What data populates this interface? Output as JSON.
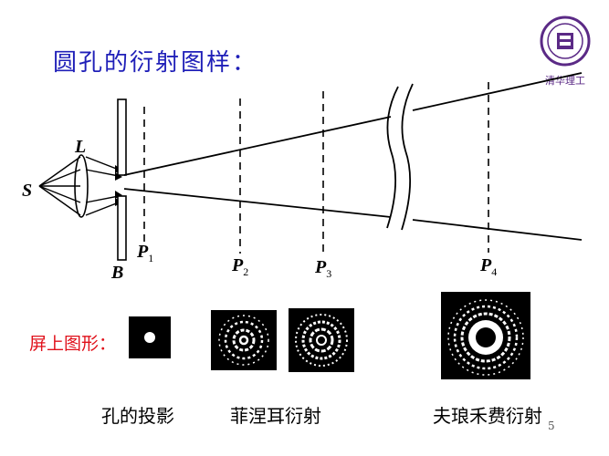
{
  "title": "圆孔的衍射图样：",
  "logo": {
    "caption": "清华理工"
  },
  "labels": {
    "source": "S",
    "lens": "L",
    "barrier": "B",
    "planes": [
      {
        "letter": "P",
        "sub": "1"
      },
      {
        "letter": "P",
        "sub": "2"
      },
      {
        "letter": "P",
        "sub": "3"
      },
      {
        "letter": "P",
        "sub": "4"
      }
    ]
  },
  "screen_label": "屏上图形：",
  "captions": {
    "projection": "孔的投影",
    "fresnel": "菲涅耳衍射",
    "fraunhofer": "夫琅禾费衍射"
  },
  "page_number": "5",
  "colors": {
    "title": "#1f1fb8",
    "screen_label": "#e0101a",
    "logo": "#5b2a86"
  }
}
